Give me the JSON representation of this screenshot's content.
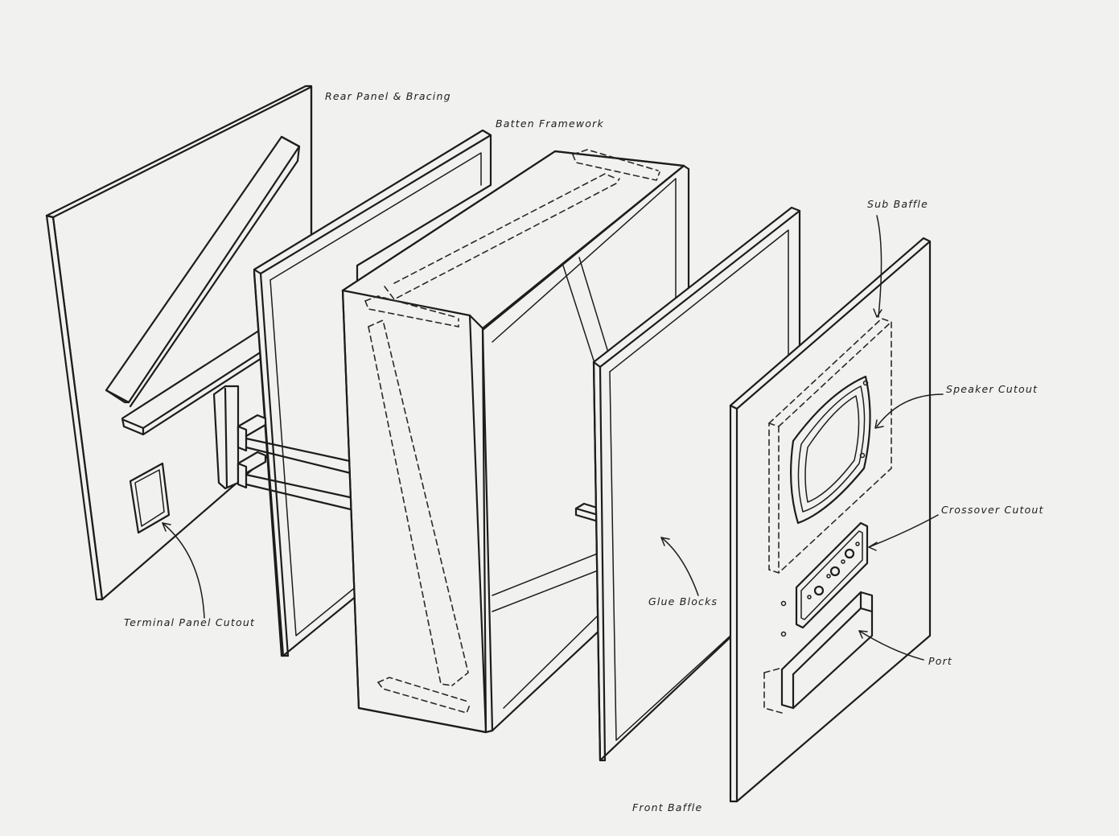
{
  "labels": {
    "rear_panel": "Rear Panel & Bracing",
    "batten_framework": "Batten Framework",
    "sub_baffle": "Sub Baffle",
    "speaker_cutout": "Speaker Cutout",
    "crossover_cutout": "Crossover Cutout",
    "glue_blocks": "Glue Blocks",
    "port": "Port",
    "terminal_panel_cutout": "Terminal Panel Cutout",
    "front_baffle": "Front Baffle"
  }
}
